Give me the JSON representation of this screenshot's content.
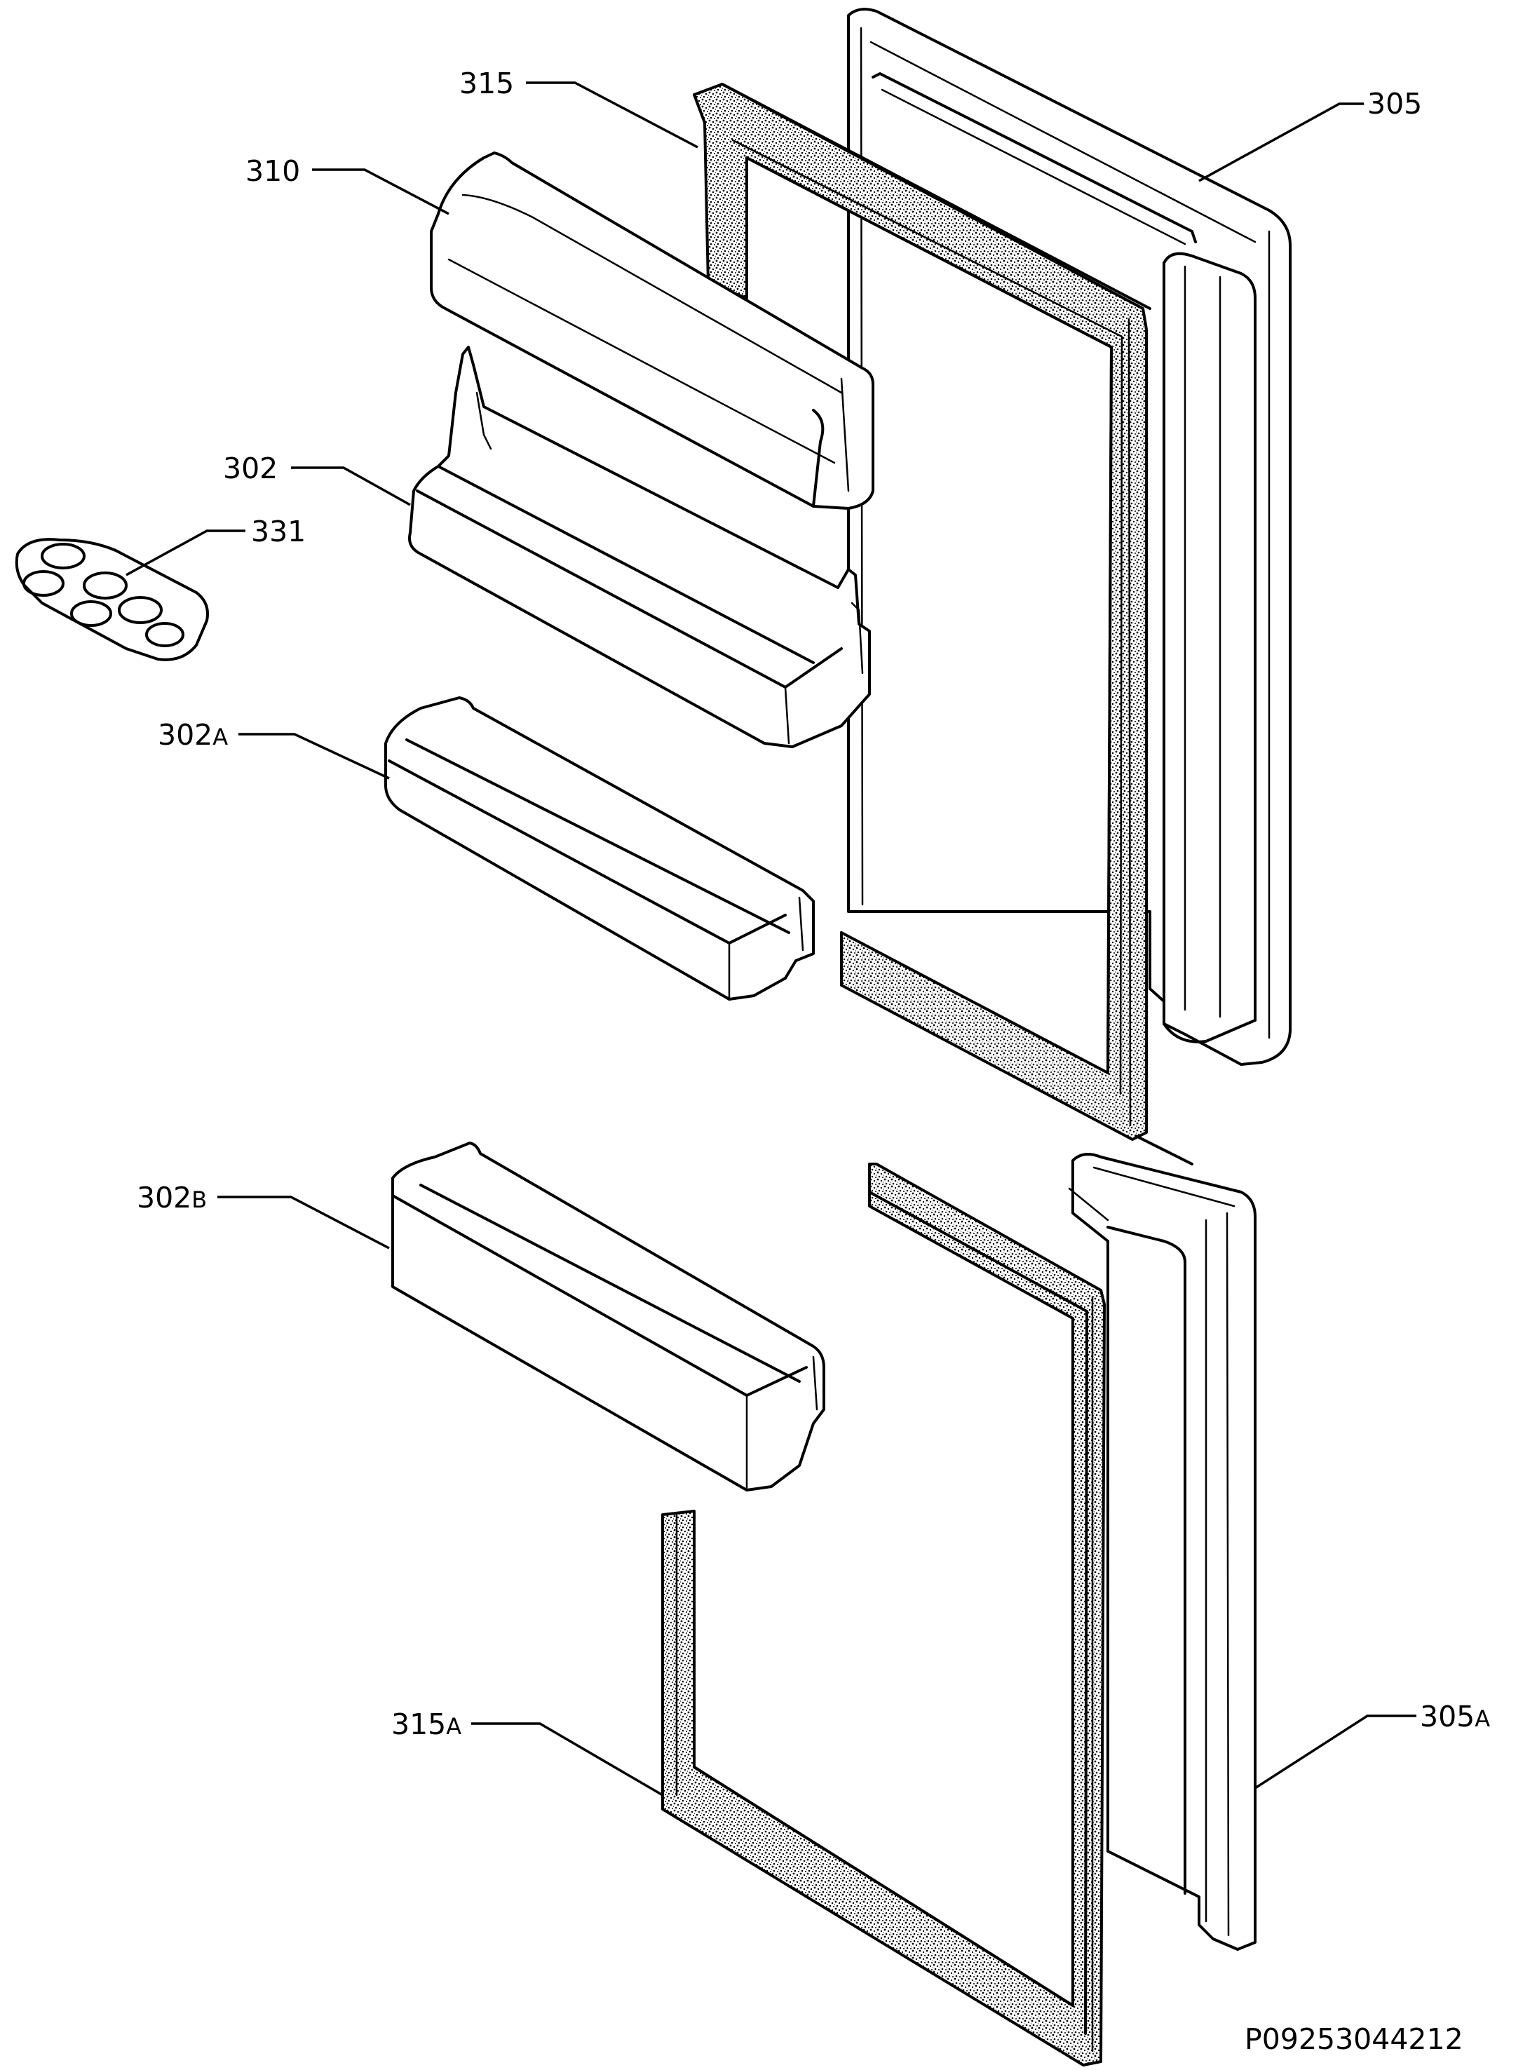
{
  "labels": {
    "l305": {
      "main": "305",
      "suffix": ""
    },
    "l315": {
      "main": "315",
      "suffix": ""
    },
    "l310": {
      "main": "310",
      "suffix": ""
    },
    "l302": {
      "main": "302",
      "suffix": ""
    },
    "l331": {
      "main": "331",
      "suffix": ""
    },
    "l302a": {
      "main": "302",
      "suffix": "A"
    },
    "l302b": {
      "main": "302",
      "suffix": "B"
    },
    "l315a": {
      "main": "315",
      "suffix": "A"
    },
    "l305a": {
      "main": "305",
      "suffix": "A"
    }
  },
  "diagram_code": "P09253044212",
  "colors": {
    "ink": "#000000",
    "paper": "#ffffff",
    "gasket": "#555555"
  }
}
